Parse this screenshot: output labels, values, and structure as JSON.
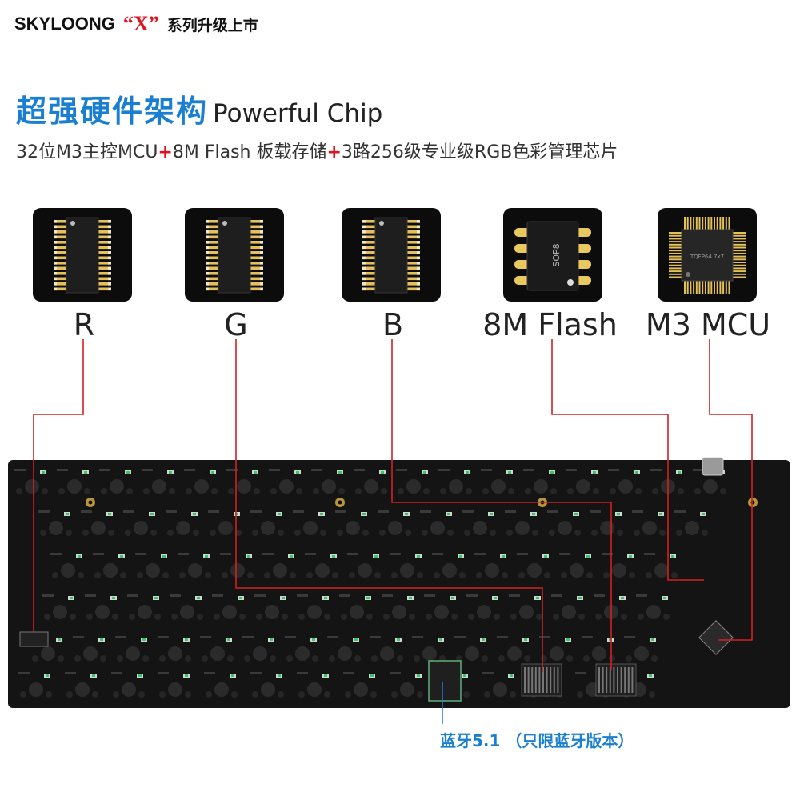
{
  "header": {
    "brand": "SKYLOONG",
    "brand_x": "“X”",
    "tagline": "系列升级上市"
  },
  "title": {
    "chinese": "超强硬件架构",
    "english": "Powerful Chip"
  },
  "subtitle": {
    "part1": "32位M3主控MCU",
    "plus1": "+",
    "part2": "8M Flash 板载存储",
    "plus2": "+",
    "part3": "3路256级专业级RGB色彩管理芯片"
  },
  "chips": [
    {
      "label": "R",
      "icon": "soic-chip-icon"
    },
    {
      "label": "G",
      "icon": "soic-chip-icon"
    },
    {
      "label": "B",
      "icon": "soic-chip-icon"
    },
    {
      "label": "8M Flash",
      "icon": "sop8-chip-icon",
      "marking": "SOP8"
    },
    {
      "label": "M3 MCU",
      "icon": "tqfp-chip-icon",
      "marking": "TQFP64 7x7"
    }
  ],
  "bluetooth": {
    "label": "蓝牙5.1 （只限蓝牙版本）"
  },
  "colors": {
    "accent_blue": "#1a7fd1",
    "accent_red": "#e0141e",
    "pcb": "#141414",
    "wire": "#d42020"
  }
}
